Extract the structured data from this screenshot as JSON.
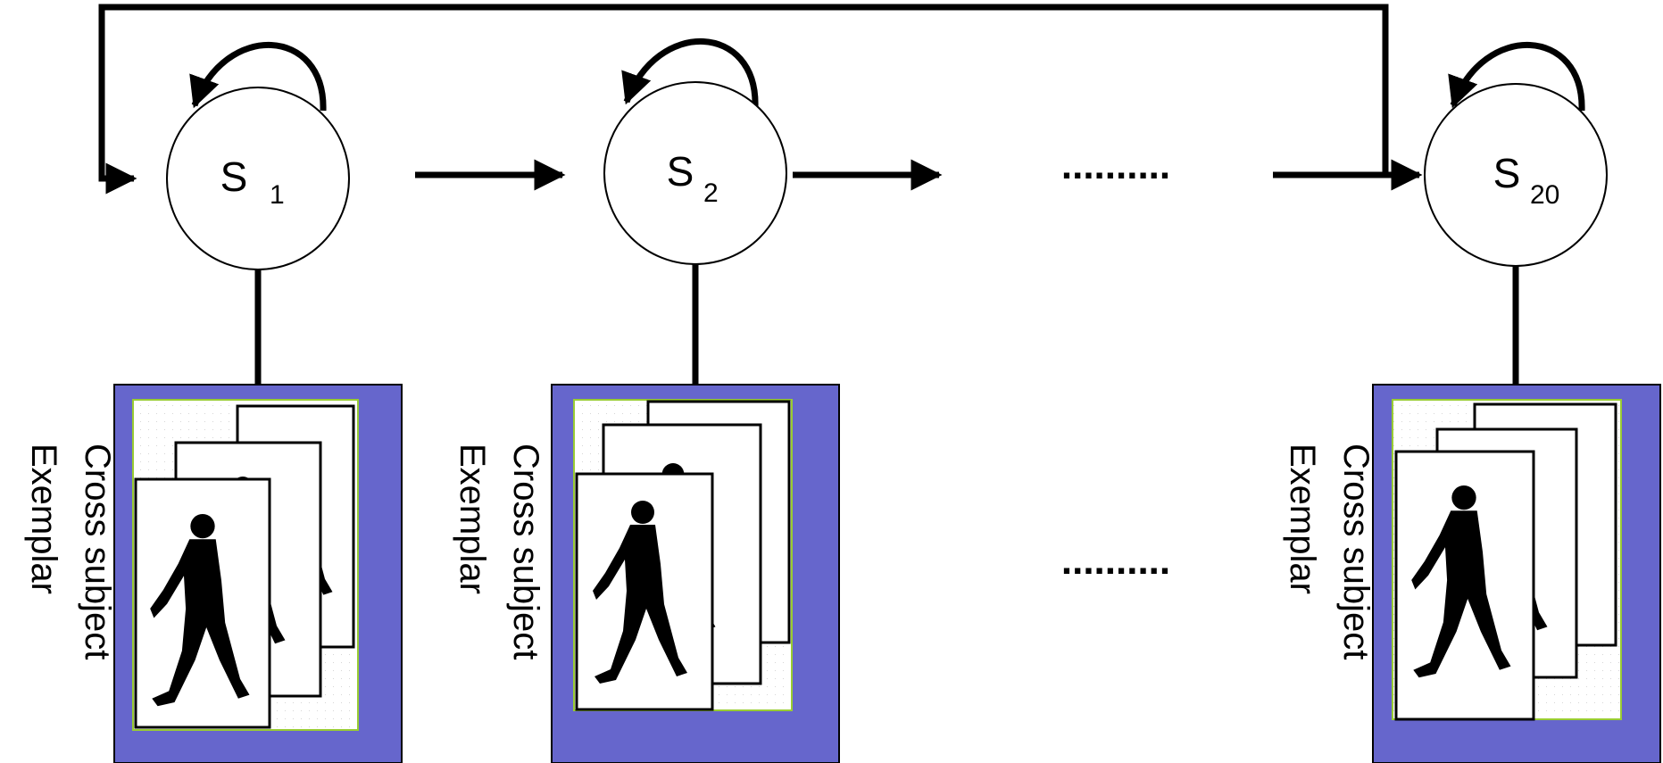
{
  "states": [
    {
      "symbol": "S",
      "index": "1"
    },
    {
      "symbol": "S",
      "index": "2"
    },
    {
      "symbol": "S",
      "index": "20"
    }
  ],
  "ellipsis_top": "..........",
  "ellipsis_bottom": "..........",
  "exemplar_label": {
    "line1": "Cross subject",
    "line2": "Exemplar"
  },
  "colors": {
    "panel": "#6666cc",
    "frame_border": "#99cc33",
    "stroke": "#000000"
  },
  "icons": [
    "self-loop-arrow-icon",
    "walking-silhouette-icon"
  ]
}
